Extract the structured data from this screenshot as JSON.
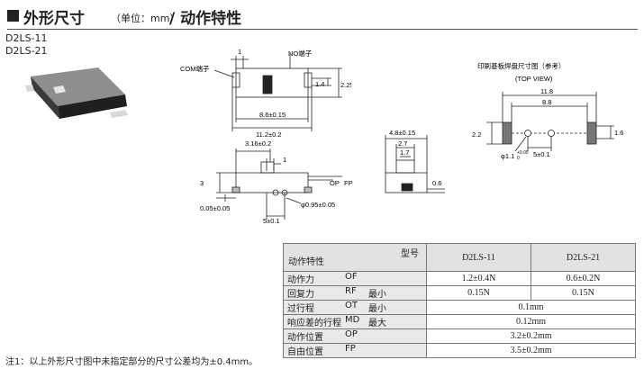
{
  "header": {
    "title": "外形尺寸",
    "unit": "（单位：mm）",
    "subtitle": "/ 动作特性"
  },
  "models": [
    "D2LS-11",
    "D2LS-21"
  ],
  "drawing": {
    "top": {
      "no_terminal": "NO端子",
      "com_terminal": "COM端子",
      "dim_1": "1",
      "dim_1_4": "1.4",
      "dim_2_25": "2.25",
      "dim_8_6": "8.6±0.15",
      "dim_11_2": "11.2±0.2"
    },
    "front": {
      "dim_3_16": "3.16±0.2",
      "dim_1": "1",
      "dim_3": "3",
      "op": "OP",
      "fp": "FP",
      "dim_0_05": "0.05±0.05",
      "dim_0_95": "φ0.95±0.05",
      "dim_5": "5±0.1"
    },
    "side": {
      "dim_4_8": "4.8±0.15",
      "dim_2_7": "2.7",
      "dim_1_7": "1.7",
      "dim_0_6": "0.6"
    },
    "pcb": {
      "title": "印刷基板焊盘尺寸图（参考）",
      "view": "(TOP VIEW)",
      "dim_11_8": "11.8",
      "dim_8_8": "8.8",
      "dim_2_2": "2.2",
      "dim_1_6": "1.6",
      "dim_5": "5±0.1",
      "dim_hole": "φ1.1",
      "tol_plus": "+0.05",
      "tol_minus": "0"
    }
  },
  "table": {
    "header_model": "型号",
    "header_char": "动作特性",
    "columns": [
      "D2LS-11",
      "D2LS-21"
    ],
    "rows": [
      {
        "name": "动作力",
        "abbr": "OF",
        "cond": "",
        "v1": "1.2±0.4N",
        "v2": "0.6±0.2N"
      },
      {
        "name": "回复力",
        "abbr": "RF",
        "cond": "最小",
        "v1": "0.15N",
        "v2": "0.15N"
      },
      {
        "name": "过行程",
        "abbr": "OT",
        "cond": "最小",
        "merged": "0.1mm"
      },
      {
        "name": "响应差的行程",
        "abbr": "MD",
        "cond": "最大",
        "merged": "0.12mm"
      },
      {
        "name": "动作位置",
        "abbr": "OP",
        "cond": "",
        "merged": "3.2±0.2mm"
      },
      {
        "name": "自由位置",
        "abbr": "FP",
        "cond": "",
        "merged": "3.5±0.2mm"
      }
    ]
  },
  "note": "注1：以上外形尺寸图中未指定部分的尺寸公差均为±0.4mm。"
}
